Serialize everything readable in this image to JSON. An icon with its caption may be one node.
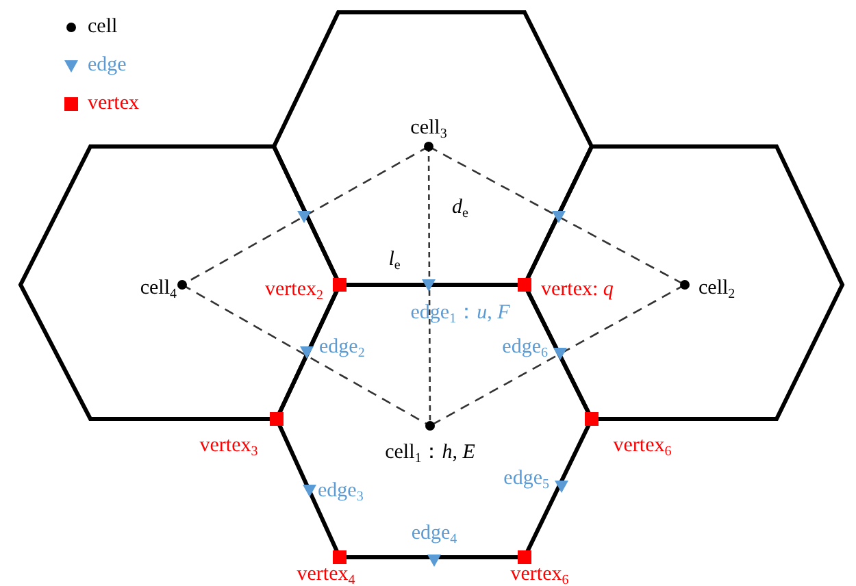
{
  "diagram": {
    "labels": [
      "cell$_{3}$",
      "*d*$_{e}$",
      "*l*$_{e}$",
      "cell$_{4}$",
      "vertex$_{2}$",
      "vertex: *q*",
      "cell$_{2}$",
      "edge$_{1}$：*u*, *F*",
      "edge$_{2}$",
      "edge$_{6}$",
      "vertex$_{3}$",
      "cell$_{1}$：*h*, *E*",
      "vertex$_{6}$",
      "edge$_{3}$",
      "edge$_{5}$",
      "edge$_{4}$",
      "vertex$_{4}$",
      "vertex$_{6}$"
    ],
    "legend": [
      {
        "text": "cell"
      },
      {
        "text": "edge"
      },
      {
        "text": "vertex"
      }
    ]
  }
}
